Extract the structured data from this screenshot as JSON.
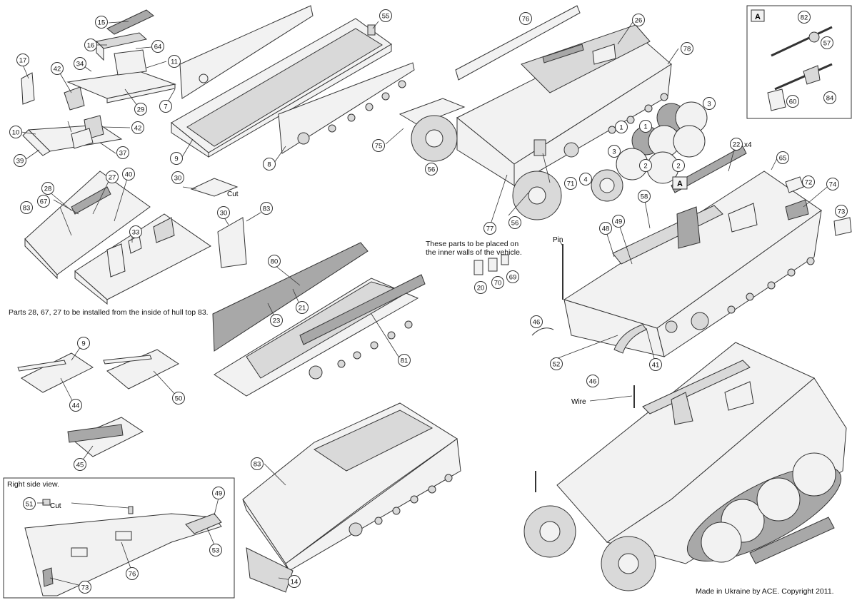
{
  "diagram": {
    "part_callouts": [
      {
        "label": "15"
      },
      {
        "label": "16"
      },
      {
        "label": "64"
      },
      {
        "label": "17"
      },
      {
        "label": "34"
      },
      {
        "label": "42"
      },
      {
        "label": "11"
      },
      {
        "label": "7"
      },
      {
        "label": "29"
      },
      {
        "label": "10"
      },
      {
        "label": "42"
      },
      {
        "label": "39"
      },
      {
        "label": "37"
      },
      {
        "label": "55"
      },
      {
        "label": "9"
      },
      {
        "label": "8"
      },
      {
        "label": "76"
      },
      {
        "label": "26"
      },
      {
        "label": "78"
      },
      {
        "label": "75"
      },
      {
        "label": "56"
      },
      {
        "label": "3"
      },
      {
        "label": "1"
      },
      {
        "label": "1"
      },
      {
        "label": "3"
      },
      {
        "label": "2"
      },
      {
        "label": "2"
      },
      {
        "label": "4"
      },
      {
        "label": "71"
      },
      {
        "label": "56"
      },
      {
        "label": "77"
      },
      {
        "label": "82"
      },
      {
        "label": "57"
      },
      {
        "label": "84"
      },
      {
        "label": "60"
      },
      {
        "label": "22"
      },
      {
        "label": "65"
      },
      {
        "label": "72"
      },
      {
        "label": "74"
      },
      {
        "label": "73"
      },
      {
        "label": "58"
      },
      {
        "label": "49"
      },
      {
        "label": "48"
      },
      {
        "label": "28"
      },
      {
        "label": "27"
      },
      {
        "label": "40"
      },
      {
        "label": "67"
      },
      {
        "label": "83"
      },
      {
        "label": "33"
      },
      {
        "label": "30"
      },
      {
        "label": "30"
      },
      {
        "label": "83"
      },
      {
        "label": "80"
      },
      {
        "label": "23"
      },
      {
        "label": "21"
      },
      {
        "label": "81"
      },
      {
        "label": "20"
      },
      {
        "label": "70"
      },
      {
        "label": "69"
      },
      {
        "label": "46"
      },
      {
        "label": "52"
      },
      {
        "label": "46"
      },
      {
        "label": "41"
      },
      {
        "label": "9"
      },
      {
        "label": "44"
      },
      {
        "label": "50"
      },
      {
        "label": "45"
      },
      {
        "label": "83"
      },
      {
        "label": "14"
      },
      {
        "label": "51"
      },
      {
        "label": "49"
      },
      {
        "label": "53"
      },
      {
        "label": "76"
      },
      {
        "label": "73"
      }
    ],
    "text_labels": {
      "cut_1": "Cut",
      "cut_2": "Cut",
      "pin": "Pin",
      "wire": "Wire",
      "x4": "x4",
      "detail_a_small": "A",
      "detail_a_box": "A"
    },
    "notes": {
      "inner_walls": "These parts to be placed on the inner walls of the vehicle.",
      "install_from_inside": "Parts 28, 67, 27 to be installed from the inside of hull top 83.",
      "right_side_view": "Right side view.",
      "copyright": "Made in Ukraine by ACE. Copyright 2011."
    }
  },
  "colors": {
    "line": "#333333",
    "fill_light": "#f2f2f2",
    "fill_mid": "#d9d9d9",
    "fill_dark": "#9a9a9a",
    "callout_fill": "#ffffff"
  }
}
